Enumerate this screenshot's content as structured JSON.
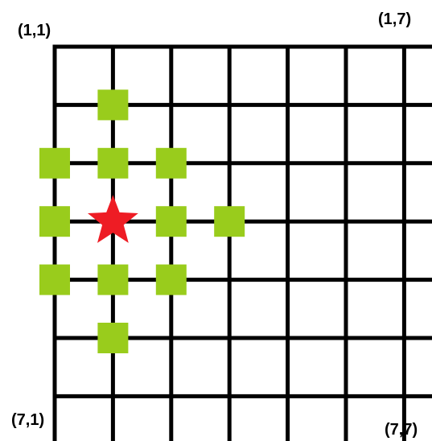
{
  "grid": {
    "rows": 7,
    "cols": 7,
    "line_color": "#000000",
    "background": "#ffffff"
  },
  "corner_labels": {
    "top_left": "(1,1)",
    "top_right": "(1,7)",
    "bottom_left": "(7,1)",
    "bottom_right": "(7,7)"
  },
  "center_marker": {
    "icon": "star-icon",
    "row": 4,
    "col": 2,
    "color": "#ee1c24"
  },
  "neighbor_markers": {
    "icon": "square-icon",
    "color": "#99cc1c",
    "cells": [
      {
        "row": 2,
        "col": 2
      },
      {
        "row": 3,
        "col": 1
      },
      {
        "row": 3,
        "col": 2
      },
      {
        "row": 3,
        "col": 3
      },
      {
        "row": 4,
        "col": 1
      },
      {
        "row": 4,
        "col": 3
      },
      {
        "row": 4,
        "col": 4
      },
      {
        "row": 5,
        "col": 1
      },
      {
        "row": 5,
        "col": 2
      },
      {
        "row": 5,
        "col": 3
      },
      {
        "row": 6,
        "col": 2
      }
    ]
  }
}
